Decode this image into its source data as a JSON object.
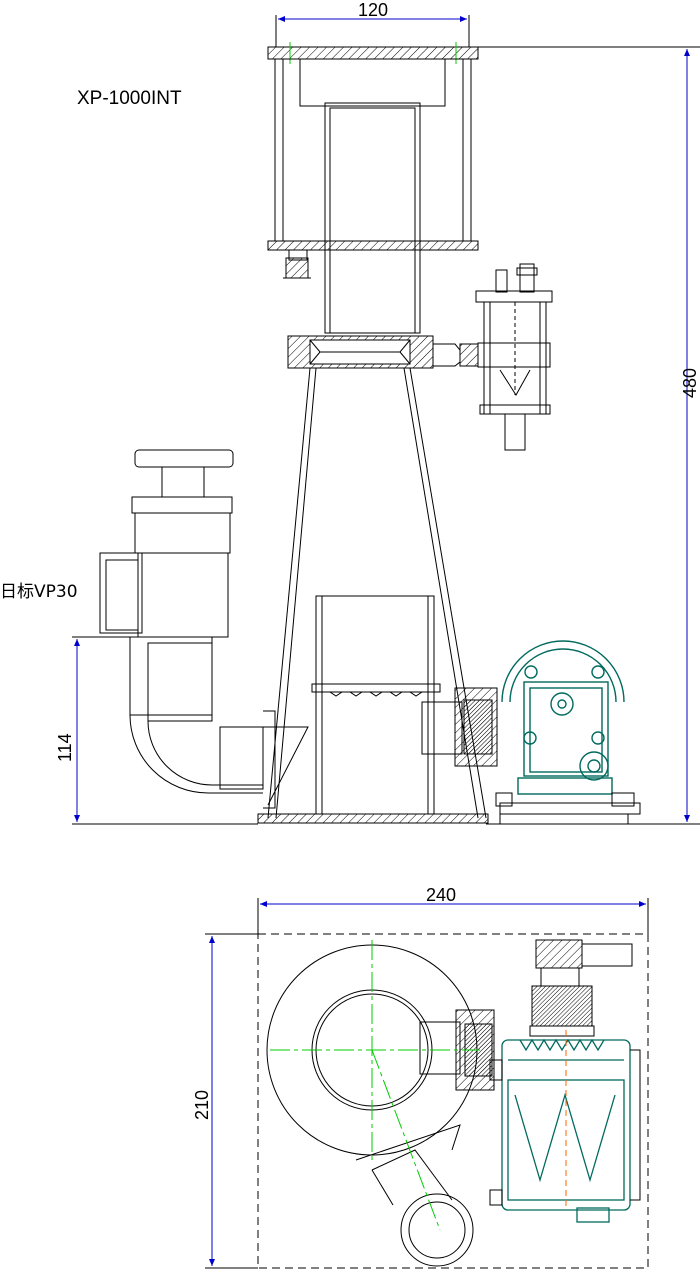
{
  "title": "XP-1000INT",
  "label_vp30": "日标VP30",
  "dimensions": {
    "width_top": "120",
    "height_total": "480",
    "height_inlet": "114",
    "footprint_width": "240",
    "footprint_depth": "210"
  },
  "colors": {
    "line": "#000000",
    "dimension": "#0000cc",
    "centerline": "#00cc00",
    "pump": "#006a5e",
    "accent": "#ff6600"
  }
}
